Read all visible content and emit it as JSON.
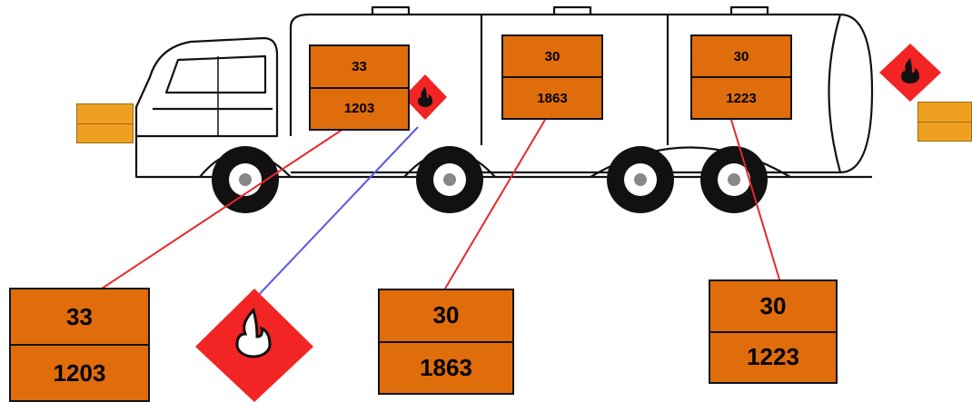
{
  "colors": {
    "plate": "#e06d0c",
    "hazard_diamond": "#f22424",
    "red_line": "#e8282c",
    "blue_line": "#5a5ae6",
    "outline": "#111111"
  },
  "truck_plates": [
    {
      "hazard_number": "33",
      "un_number": "1203"
    },
    {
      "hazard_number": "30",
      "un_number": "1863"
    },
    {
      "hazard_number": "30",
      "un_number": "1223"
    }
  ],
  "callout_plates": [
    {
      "hazard_number": "33",
      "un_number": "1203"
    },
    {
      "hazard_number": "30",
      "un_number": "1863"
    },
    {
      "hazard_number": "30",
      "un_number": "1223"
    }
  ],
  "icons": [
    "flammable-diamond-icon",
    "flame-icon"
  ]
}
